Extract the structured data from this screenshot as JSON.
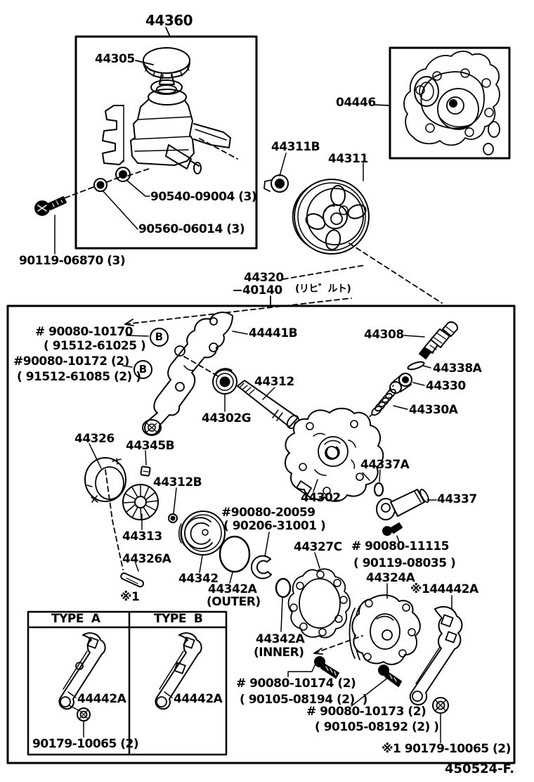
{
  "colors": {
    "ink": "#000000",
    "paper": "#ffffff"
  },
  "reservoir_box": {
    "assembly": "44360",
    "cap": "44305",
    "grommet_upper": "90540-09004 (3)",
    "grommet_lower": "90560-06014 (3)",
    "bolt": "90119-06870 (3)"
  },
  "gasket_kit_box": {
    "part": "04446"
  },
  "pulley_group": {
    "nut": "44311B",
    "pulley": "44311"
  },
  "pump_assembly": {
    "part": "44320",
    "reman_part": "40140",
    "reman_note": "(リヒ゛ルト)",
    "callout_b": "B",
    "bolt_callout_1": {
      "line1": "# 90080-10170",
      "line2": "( 91512-61025 )"
    },
    "bolt_callout_2": {
      "line1": "#90080-10172 (2)",
      "line2": "( 91512-61085 (2) )"
    },
    "bracket_front": "44441B",
    "valve": "44308",
    "washer": "44338A",
    "valve_piston": "44330",
    "spring": "44330A",
    "shaft": "44312",
    "bearing": "44302G",
    "cam_ring": "44326",
    "vane_plate": "44345B",
    "plug": "44312B",
    "rotor": "44313",
    "pin": "44326A",
    "pin_note": "※1",
    "cassette": "44342",
    "oring": "44342A",
    "oring_outer_note": "(OUTER)",
    "oring_inner_note": "(INNER)",
    "ring_callout": {
      "line1": "#90080-20059",
      "line2": "( 90206-31001 )"
    },
    "oring_union": "44337A",
    "housing_front": "44302",
    "union": "44337",
    "gasket_rear": "44327C",
    "union_bolt_callout": {
      "line1": "# 90080-11115",
      "line2": "( 90119-08035 )"
    },
    "housing_rear": "44324A",
    "bracket_rear": "※144442A",
    "bolt_callout_3": {
      "line1": "# 90080-10174 (2)",
      "line2": "( 90105-08194 (2)  )"
    },
    "bolt_callout_4": {
      "line1": "# 90080-10173 (2)",
      "line2": "( 90105-08192 (2) )"
    },
    "nut_rear": "※1 90179-10065 (2)"
  },
  "type_box": {
    "type_a": "TYPE  A",
    "type_b": "TYPE  B",
    "bracket": "44442A",
    "nut": "90179-10065 (2)"
  },
  "sheet": {
    "code": "450524-F."
  }
}
